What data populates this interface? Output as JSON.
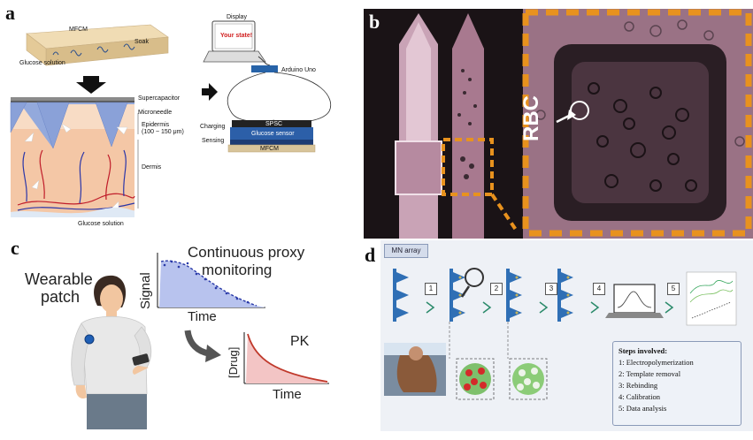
{
  "panel_a": {
    "letter": "a",
    "mfcm_top": "MFCM",
    "soak": "Soak",
    "glucose_solution_top": "Glucose solution",
    "supercapacitor": "Supercapacitor",
    "microneedle": "Microneedle",
    "epidermis": "Epidermis",
    "epidermis_range": "(100 ~ 150 μm)",
    "dermis": "Dermis",
    "glucose_solution_bottom": "Glucose solution",
    "display": "Display",
    "your_state": "Your state!",
    "arduino": "Arduino Uno",
    "spsc": "SPSC",
    "charging": "Charging",
    "glucose_sensor": "Glucose sensor",
    "sensing": "Sensing",
    "mfcm_bottom": "MFCM"
  },
  "panel_b": {
    "letter": "b",
    "rbc": "RBC"
  },
  "panel_c": {
    "letter": "c",
    "wearable": "Wearable",
    "patch": "patch",
    "monitoring_title_1": "Continuous proxy",
    "monitoring_title_2": "monitoring",
    "signal": "Signal",
    "time_1": "Time",
    "drug": "[Drug]",
    "pk": "PK",
    "time_2": "Time"
  },
  "panel_d": {
    "letter": "d",
    "mn_array": "MN array",
    "step_numbers": [
      "1",
      "2",
      "3",
      "4",
      "5"
    ],
    "steps_title": "Steps involved:",
    "steps": [
      "1: Electropolymerization",
      "2: Template removal",
      "3: Rebinding",
      "4: Calibration",
      "5: Data analysis"
    ]
  },
  "colors": {
    "skin": "#f4c7a6",
    "epidermis": "#f8dcc5",
    "microneedle": "#93a9dc",
    "vessel_red": "#c01d2a",
    "vessel_blue": "#2b36a8",
    "orange_frame": "#e8921e",
    "mn_blue": "#2f6fb5",
    "curve_fill": "#b8c3ee",
    "pk_red": "#c0392b",
    "sensor_blue": "#2c5fa8"
  }
}
